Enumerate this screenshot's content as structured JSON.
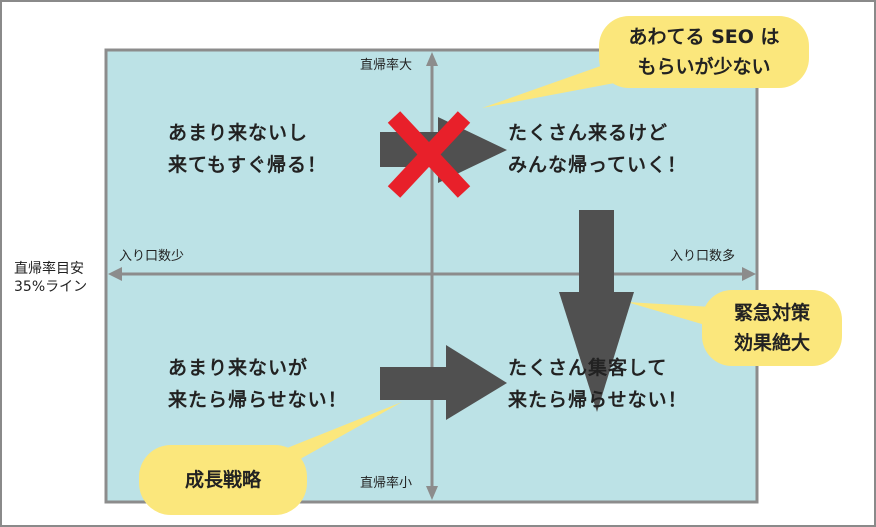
{
  "axes": {
    "top": "直帰率大",
    "bottom": "直帰率小",
    "left": "入り口数少",
    "right": "入り口数多",
    "baseline_line1": "直帰率目安",
    "baseline_line2": "35%ライン"
  },
  "quadrants": {
    "top_left": [
      "あまり来ないし",
      "来てもすぐ帰る！"
    ],
    "top_right": [
      "たくさん来るけど",
      "みんな帰っていく！"
    ],
    "bottom_left": [
      "あまり来ないが",
      "来たら帰らせない！"
    ],
    "bottom_right": [
      "たくさん集客して",
      "来たら帰らせない！"
    ]
  },
  "callouts": {
    "seo": [
      "あわてる SEO は",
      "もらいが少ない"
    ],
    "emergency": [
      "緊急対策",
      "効果絶大"
    ],
    "growth": "成長戦略"
  },
  "colors": {
    "background": "#bce2e6",
    "axis": "#8c8c8c",
    "arrow": "#505050",
    "cross": "#e8202a",
    "callout": "#fbe77c"
  }
}
